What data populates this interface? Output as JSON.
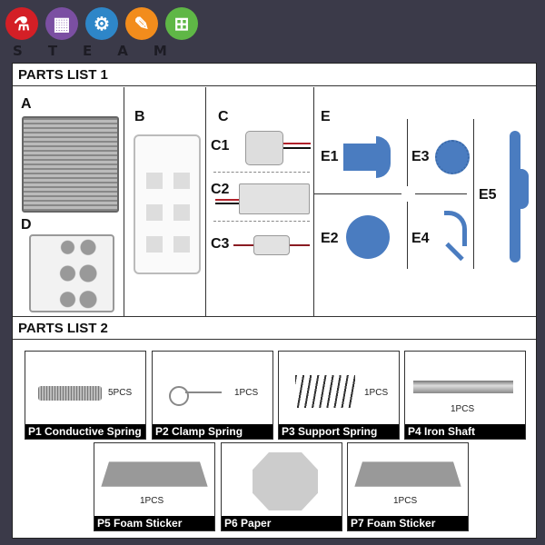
{
  "header": {
    "logos": [
      {
        "name": "science-icon",
        "color": "#d41f26",
        "glyph": "⚗"
      },
      {
        "name": "technology-icon",
        "color": "#7b4fa2",
        "glyph": "▦"
      },
      {
        "name": "engineering-icon",
        "color": "#2e86c8",
        "glyph": "⚙"
      },
      {
        "name": "art-icon",
        "color": "#f28c1c",
        "glyph": "🎨"
      },
      {
        "name": "math-icon",
        "color": "#5fb746",
        "glyph": "⊞"
      }
    ],
    "letters": [
      "S",
      "T",
      "E",
      "A",
      "M"
    ]
  },
  "parts_list_1": {
    "title": "PARTS LIST 1",
    "A": "A",
    "B": "B",
    "C": "C",
    "D": "D",
    "E": "E",
    "C_items": [
      "C1",
      "C2",
      "C3"
    ],
    "E_items": [
      "E1",
      "E2",
      "E3",
      "E4",
      "E5"
    ]
  },
  "parts_list_2": {
    "title": "PARTS LIST 2",
    "items": [
      {
        "label": "P1 Conductive Spring",
        "qty": "5PCS"
      },
      {
        "label": "P2 Clamp Spring",
        "qty": "1PCS"
      },
      {
        "label": "P3 Support Spring",
        "qty": "1PCS"
      },
      {
        "label": "P4 Iron Shaft",
        "qty": "1PCS"
      },
      {
        "label": "P5 Foam Sticker",
        "qty": "1PCS"
      },
      {
        "label": "P6 Paper",
        "qty": ""
      },
      {
        "label": "P7 Foam Sticker",
        "qty": "1PCS"
      }
    ]
  },
  "colors": {
    "background": "#3b3a49",
    "part_blue": "#4a7cc0",
    "wire_red": "#b0212a"
  }
}
